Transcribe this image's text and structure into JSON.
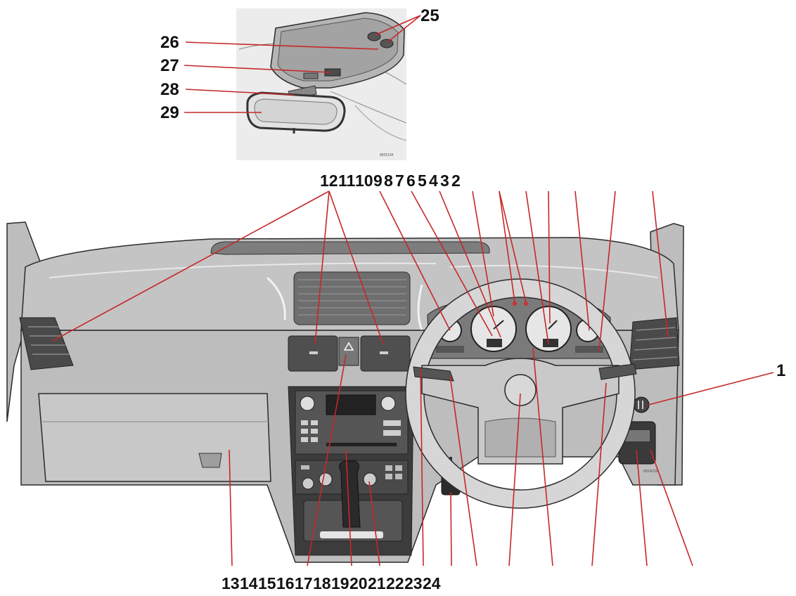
{
  "inset_labels": [
    "26",
    "27",
    "28",
    "29",
    "25"
  ],
  "top_labels": [
    "12",
    "11",
    "10",
    "9",
    "8",
    "7",
    "6",
    "5",
    "4",
    "3",
    "2"
  ],
  "right_label": "1",
  "bottom_labels": [
    "13",
    "14",
    "15",
    "16",
    "17",
    "18",
    "19",
    "20",
    "21",
    "22",
    "23",
    "24"
  ],
  "inset_code": "8825194",
  "dash_code": "8504033r",
  "colors": {
    "leader": "#c62828",
    "dash": "#bdbdbd",
    "dash_dark": "#8c8c8c",
    "inset_bg": "#ececec"
  }
}
